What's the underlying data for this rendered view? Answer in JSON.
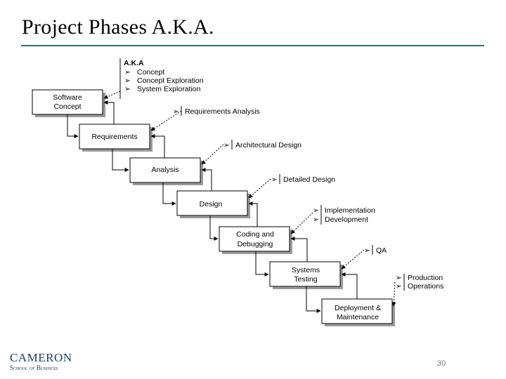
{
  "slide": {
    "title": "Project Phases A.K.A.",
    "page_number": "30",
    "logo_main": "CAMERON",
    "logo_sub": "School of Business"
  },
  "diagram": {
    "aka_header": "A.K.A",
    "aka_items": [
      "Concept",
      "Concept Exploration",
      "System Exploration"
    ],
    "phases": [
      {
        "lines": [
          "Software",
          "Concept"
        ]
      },
      {
        "lines": [
          "Requirements"
        ]
      },
      {
        "lines": [
          "Analysis"
        ]
      },
      {
        "lines": [
          "Design"
        ]
      },
      {
        "lines": [
          "Coding and",
          "Debugging"
        ]
      },
      {
        "lines": [
          "Systems",
          "Testing"
        ]
      },
      {
        "lines": [
          "Deployment &",
          "Maintenance"
        ]
      }
    ],
    "notes": {
      "requirements": [
        "Requirements Analysis"
      ],
      "analysis": [
        "Architectural Design"
      ],
      "design": [
        "Detailed Design"
      ],
      "coding": [
        "Implementation",
        "Development"
      ],
      "testing": [
        "QA"
      ],
      "deployment": [
        "Production",
        "Operations"
      ]
    }
  }
}
